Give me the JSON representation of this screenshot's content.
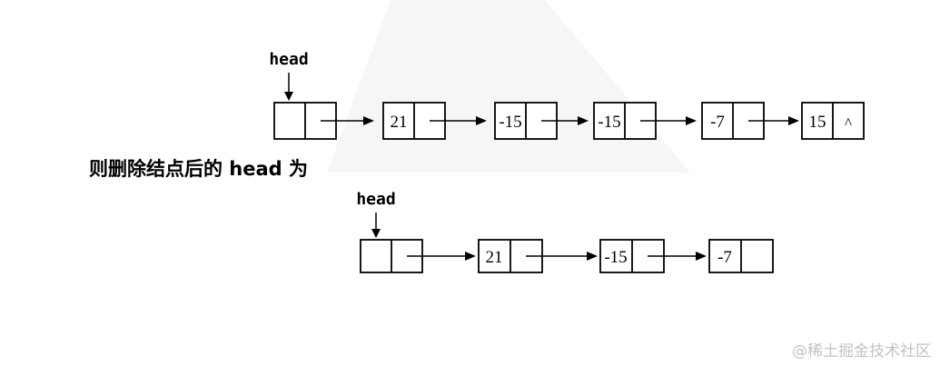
{
  "before": {
    "head_label": "head",
    "nodes": [
      {
        "value": ""
      },
      {
        "value": "21"
      },
      {
        "value": "-15"
      },
      {
        "value": "-15"
      },
      {
        "value": "-7"
      },
      {
        "value": "15",
        "next": "^"
      }
    ]
  },
  "caption": "则删除结点后的 head 为",
  "after": {
    "head_label": "head",
    "nodes": [
      {
        "value": ""
      },
      {
        "value": "21"
      },
      {
        "value": "-15"
      },
      {
        "value": "-7"
      }
    ]
  },
  "watermark": "@稀土掘金技术社区"
}
